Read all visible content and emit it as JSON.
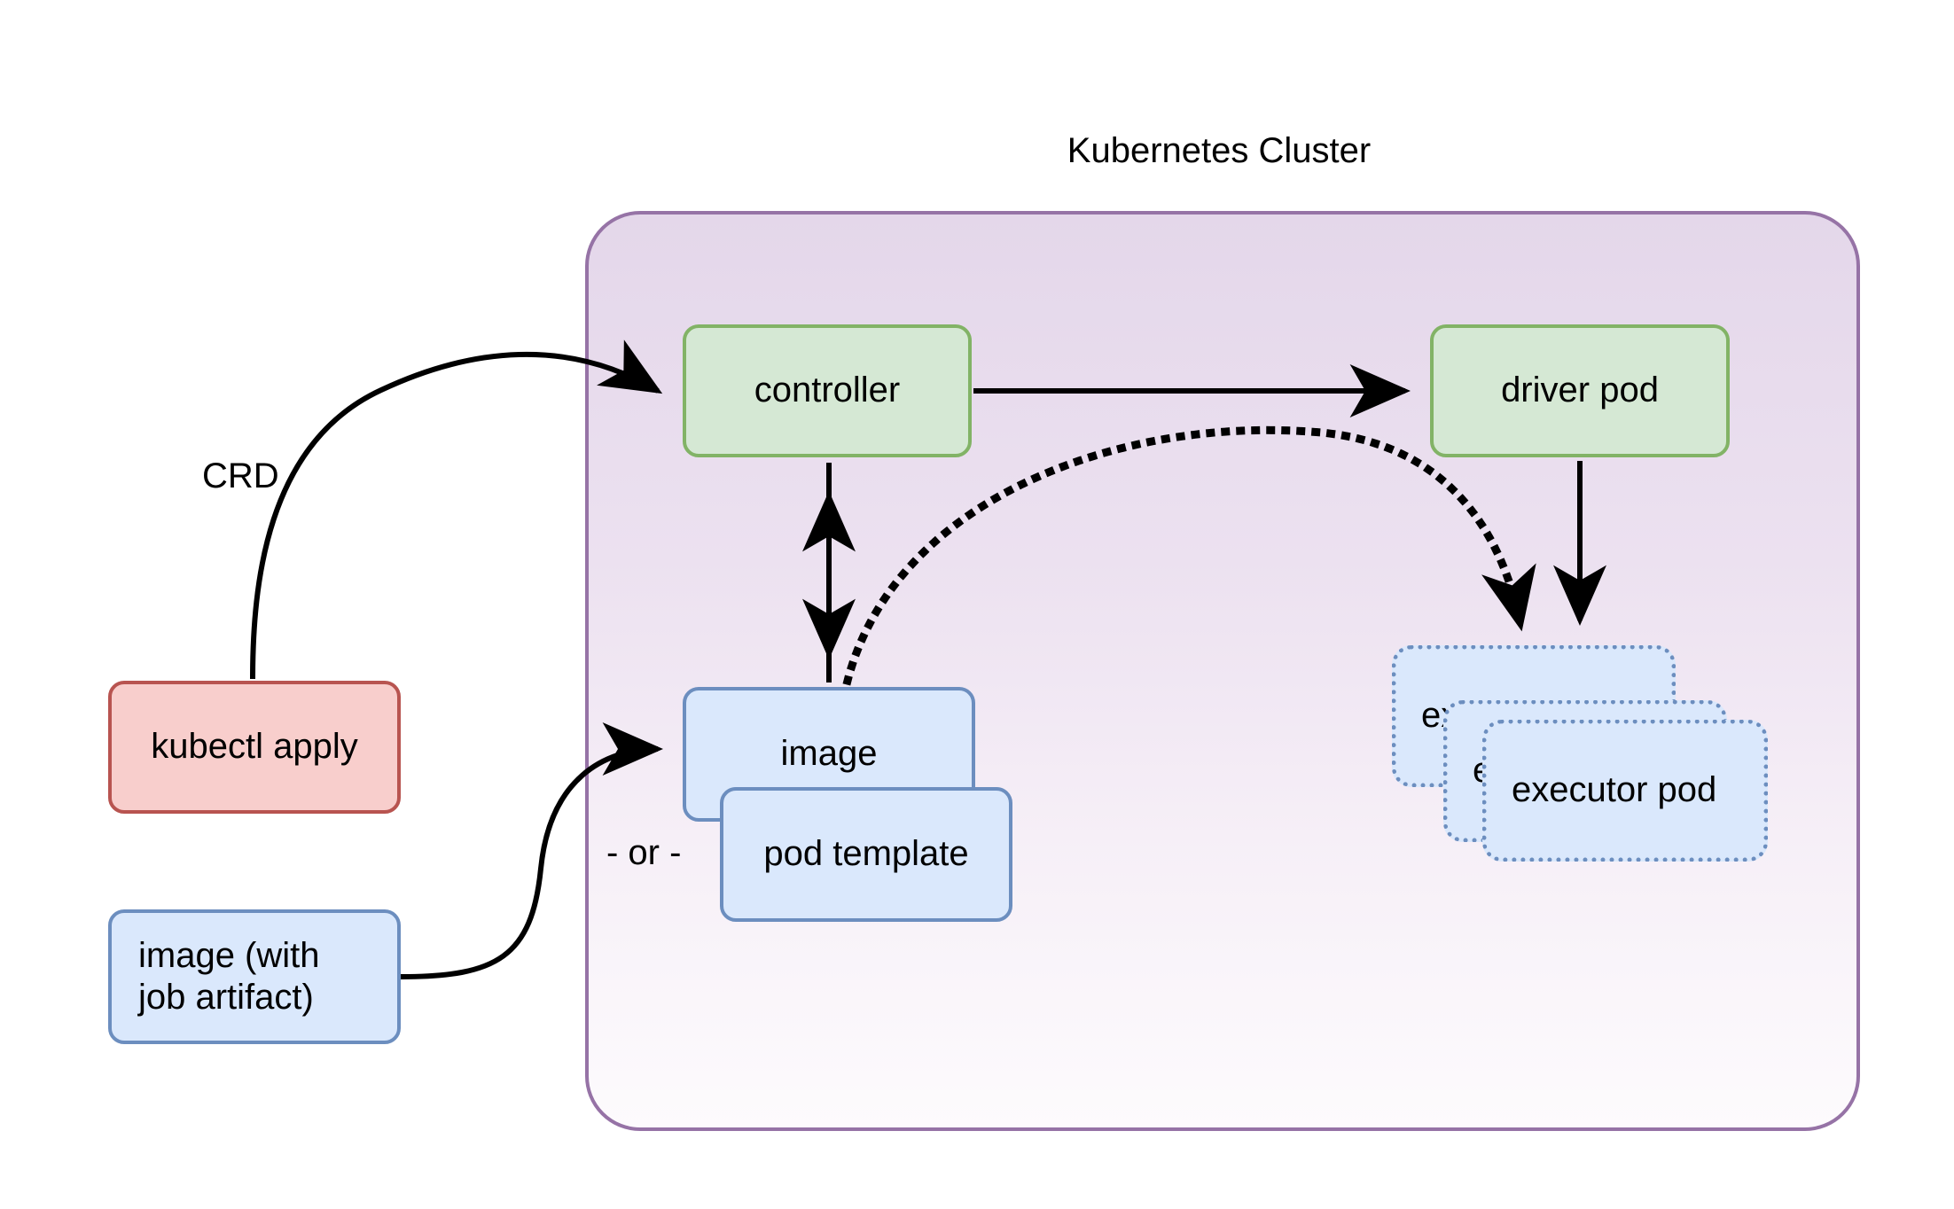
{
  "diagram": {
    "title": "Kubernetes Cluster",
    "type": "flowchart"
  },
  "cluster": {
    "label": "Kubernetes Cluster",
    "border_color": "#9673a6",
    "fill_top": "#e4d7ea",
    "fill_bottom": "#fdfbfd"
  },
  "nodes": {
    "controller": {
      "label": "controller",
      "fill": "#d5e8d4",
      "stroke": "#82b366"
    },
    "driver_pod": {
      "label": "driver pod",
      "fill": "#d5e8d4",
      "stroke": "#82b366"
    },
    "image": {
      "label": "image",
      "fill": "#dae8fc",
      "stroke": "#6c8ebf"
    },
    "pod_template": {
      "label": "pod template",
      "fill": "#dae8fc",
      "stroke": "#6c8ebf"
    },
    "kubectl_apply": {
      "label": "kubectl apply",
      "fill": "#f8cecc",
      "stroke": "#b85450"
    },
    "image_job_artifact": {
      "line1": "image (with",
      "line2": "job artifact)",
      "fill": "#dae8fc",
      "stroke": "#6c8ebf"
    },
    "executor_pod_front": {
      "label": "executor pod",
      "fill": "#dae8fc",
      "stroke": "#6c8ebf"
    },
    "executor_pod_mid": {
      "label": "executor pod",
      "fill": "#dae8fc",
      "stroke": "#6c8ebf"
    },
    "executor_pod_back": {
      "label": "executor pod",
      "fill": "#dae8fc",
      "stroke": "#6c8ebf"
    }
  },
  "edges": {
    "crd_label": "CRD",
    "or_label": "- or -"
  }
}
